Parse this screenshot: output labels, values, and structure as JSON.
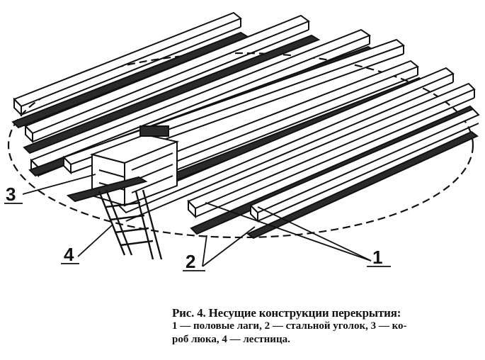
{
  "callouts": {
    "label_1": "1",
    "label_2": "2",
    "label_3": "3",
    "label_4": "4"
  },
  "caption": {
    "title": "Рис. 4. Несущие конструкции перекрытия:",
    "line_1": "1 — половые лаги, 2 — стальной уголок, 3 — ко-",
    "line_2": "роб люка, 4 — лестница."
  },
  "colors": {
    "ink": "#111111",
    "paper": "#ffffff",
    "shade": "#2a2a2a"
  },
  "icons": {
    "drawing": "technical-line-drawing"
  }
}
